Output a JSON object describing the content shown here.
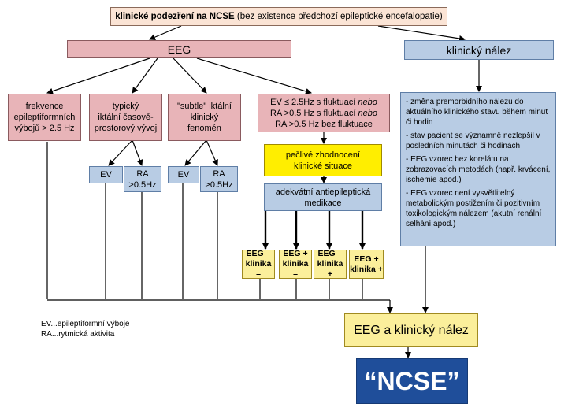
{
  "top": {
    "bold": "klinické podezření na NCSE",
    "rest": " (bez existence předchozí epileptické encefalopatie)"
  },
  "eeg": {
    "label": "EEG"
  },
  "clinical_finding": {
    "label": "klinický nález"
  },
  "criteria": {
    "c1": [
      "frekvence",
      "epileptiformních",
      "výbojů  > 2.5 Hz"
    ],
    "c2": [
      "typický",
      "iktální časově-",
      "prostorový vývoj"
    ],
    "c3": [
      "\"subtle\" iktální",
      "klinický",
      "fenomén"
    ],
    "c4": {
      "l1": "EV ≤ 2.5Hz s fluktuací ",
      "l1_em": "nebo",
      "l2": "RA >0.5 Hz s fluktuací ",
      "l2_em": "nebo",
      "l3": "RA >0.5 Hz bez fluktuace"
    }
  },
  "sub": {
    "ev": "EV",
    "ra1": "RA",
    "ra2": ">0.5Hz"
  },
  "evaluation": [
    "pečlivé zhodnocení",
    "klinické situace"
  ],
  "medication": [
    "adekvátní antiepileptická",
    "medikace"
  ],
  "outcomes": [
    {
      "l1": "EEG –",
      "l2": "klinika –"
    },
    {
      "l1": "EEG +",
      "l2": "klinika –"
    },
    {
      "l1": "EEG –",
      "l2": "klinika +"
    },
    {
      "l1": "EEG +",
      "l2": "klinika +"
    }
  ],
  "clinical_points": [
    "- změna premorbidního nálezu do aktuálního klinického stavu během minut či hodin",
    "- stav pacient se významně nezlepšil v posledních minutách či hodinách",
    "- EEG vzorec bez korelátu na zobrazovacích metodách (např. krvácení, ischemie apod.)",
    "- EEG vzorec není vysvětlitelný metabolickým postižením či pozitivním toxikologickým nálezem (akutní renální selhání apod.)"
  ],
  "legend": {
    "ev": "EV...epileptiformní výboje",
    "ra": "RA...rytmická aktivita"
  },
  "combined": {
    "label": "EEG a klinický nález"
  },
  "result": {
    "label": "“NCSE”"
  },
  "colors": {
    "pink": "#e8b4b8",
    "blue": "#b8cce4",
    "yellow": "#fbef9b",
    "yellow_strong": "#ffee00",
    "ncse": "#1f4e9a"
  }
}
